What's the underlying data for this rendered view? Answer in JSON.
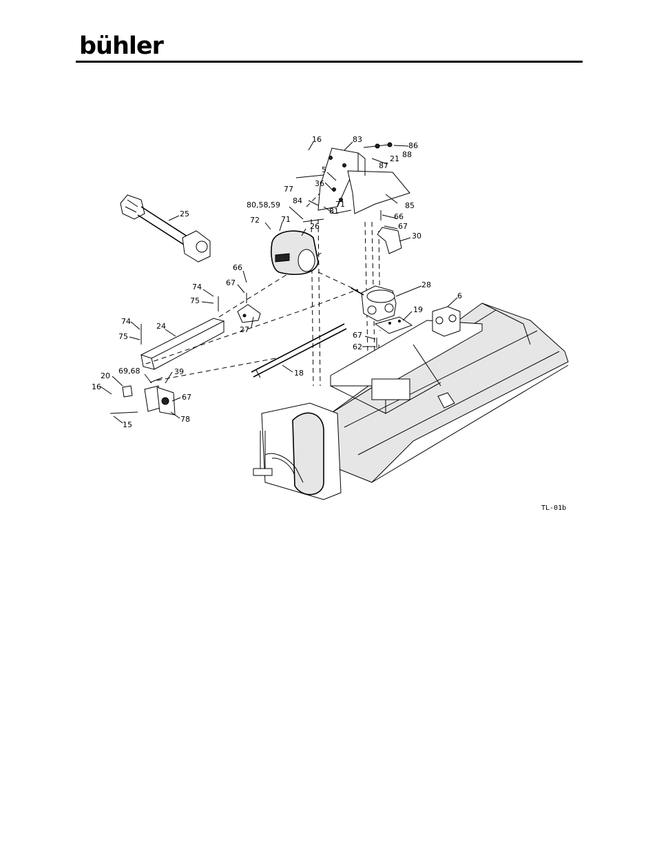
{
  "header": {
    "logo_text": "bühler"
  },
  "figure": {
    "code": "TL-01b",
    "callouts": [
      {
        "id": "c16a",
        "text": "16"
      },
      {
        "id": "c83",
        "text": "83"
      },
      {
        "id": "c86",
        "text": "86"
      },
      {
        "id": "c88",
        "text": "88"
      },
      {
        "id": "c21",
        "text": "21"
      },
      {
        "id": "c87",
        "text": "87"
      },
      {
        "id": "c5",
        "text": "5"
      },
      {
        "id": "c36",
        "text": "36"
      },
      {
        "id": "c77",
        "text": "77"
      },
      {
        "id": "c71a",
        "text": "71"
      },
      {
        "id": "c81",
        "text": "81"
      },
      {
        "id": "c85",
        "text": "85"
      },
      {
        "id": "c84",
        "text": "84"
      },
      {
        "id": "c80",
        "text": "80,58,59"
      },
      {
        "id": "c66a",
        "text": "66"
      },
      {
        "id": "c67a",
        "text": "67"
      },
      {
        "id": "c72",
        "text": "72"
      },
      {
        "id": "c71b",
        "text": "71"
      },
      {
        "id": "c26",
        "text": "26"
      },
      {
        "id": "c30",
        "text": "30"
      },
      {
        "id": "c25",
        "text": "25"
      },
      {
        "id": "c66b",
        "text": "66"
      },
      {
        "id": "c67b",
        "text": "67"
      },
      {
        "id": "c74a",
        "text": "74"
      },
      {
        "id": "c75a",
        "text": "75"
      },
      {
        "id": "c28",
        "text": "28"
      },
      {
        "id": "c6",
        "text": "6"
      },
      {
        "id": "c27",
        "text": "27"
      },
      {
        "id": "c19",
        "text": "19"
      },
      {
        "id": "c74b",
        "text": "74"
      },
      {
        "id": "c24",
        "text": "24"
      },
      {
        "id": "c75b",
        "text": "75"
      },
      {
        "id": "c67c",
        "text": "67"
      },
      {
        "id": "c62",
        "text": "62"
      },
      {
        "id": "c6968",
        "text": "69,68"
      },
      {
        "id": "c39",
        "text": "39"
      },
      {
        "id": "c18",
        "text": "18"
      },
      {
        "id": "c20",
        "text": "20"
      },
      {
        "id": "c16b",
        "text": "16"
      },
      {
        "id": "c67d",
        "text": "67"
      },
      {
        "id": "c15",
        "text": "15"
      },
      {
        "id": "c78",
        "text": "78"
      }
    ]
  }
}
